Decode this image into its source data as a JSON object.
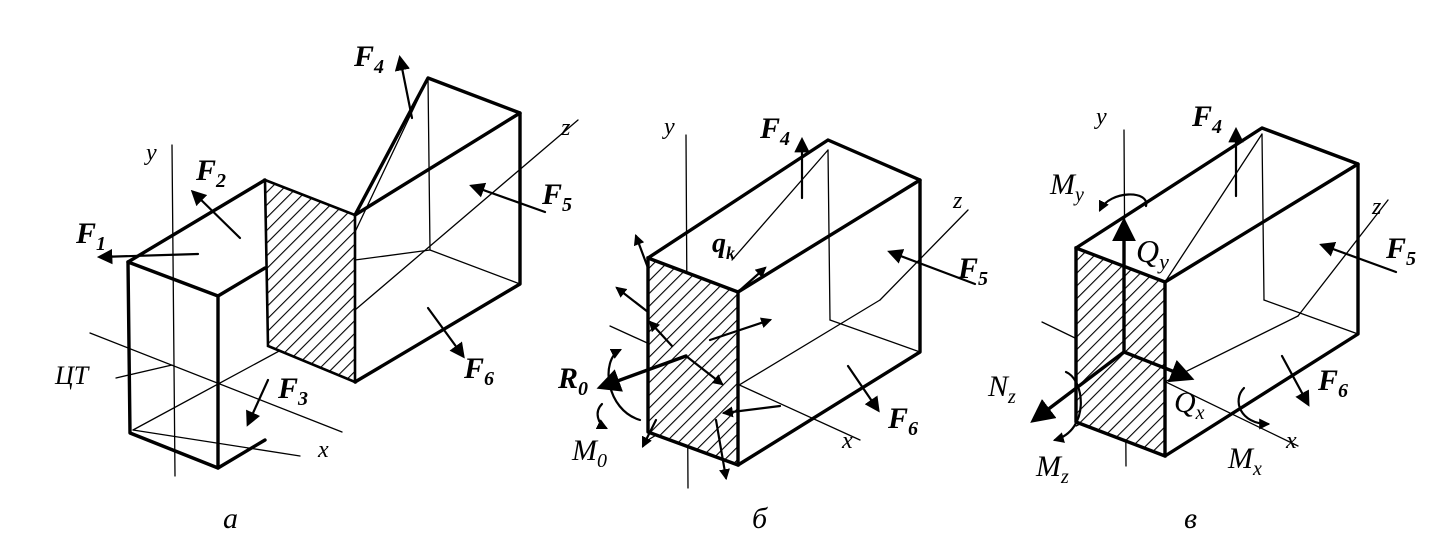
{
  "figures": {
    "a": {
      "caption": "а",
      "labels": {
        "y": "y",
        "x": "x",
        "z": "z",
        "ct": "ЦТ",
        "F1": "F",
        "F1_sub": "1",
        "F2": "F",
        "F2_sub": "2",
        "F3": "F",
        "F3_sub": "3",
        "F4": "F",
        "F4_sub": "4",
        "F5": "F",
        "F5_sub": "5",
        "F6": "F",
        "F6_sub": "6"
      }
    },
    "b": {
      "caption": "б",
      "labels": {
        "y": "y",
        "x": "x",
        "z": "z",
        "qk": "q",
        "qk_sub": "k",
        "R0": "R",
        "R0_sub": "0",
        "M0": "M",
        "M0_sub": "0",
        "F4": "F",
        "F4_sub": "4",
        "F5": "F",
        "F5_sub": "5",
        "F6": "F",
        "F6_sub": "6"
      }
    },
    "c": {
      "caption": "в",
      "labels": {
        "y": "y",
        "x": "x",
        "z": "z",
        "My": "M",
        "My_sub": "y",
        "Qy": "Q",
        "Qy_sub": "y",
        "Nz": "N",
        "Nz_sub": "z",
        "Qx": "Q",
        "Qx_sub": "x",
        "Mz": "M",
        "Mz_sub": "z",
        "Mx": "M",
        "Mx_sub": "x",
        "F4": "F",
        "F4_sub": "4",
        "F5": "F",
        "F5_sub": "5",
        "F6": "F",
        "F6_sub": "6"
      }
    }
  }
}
